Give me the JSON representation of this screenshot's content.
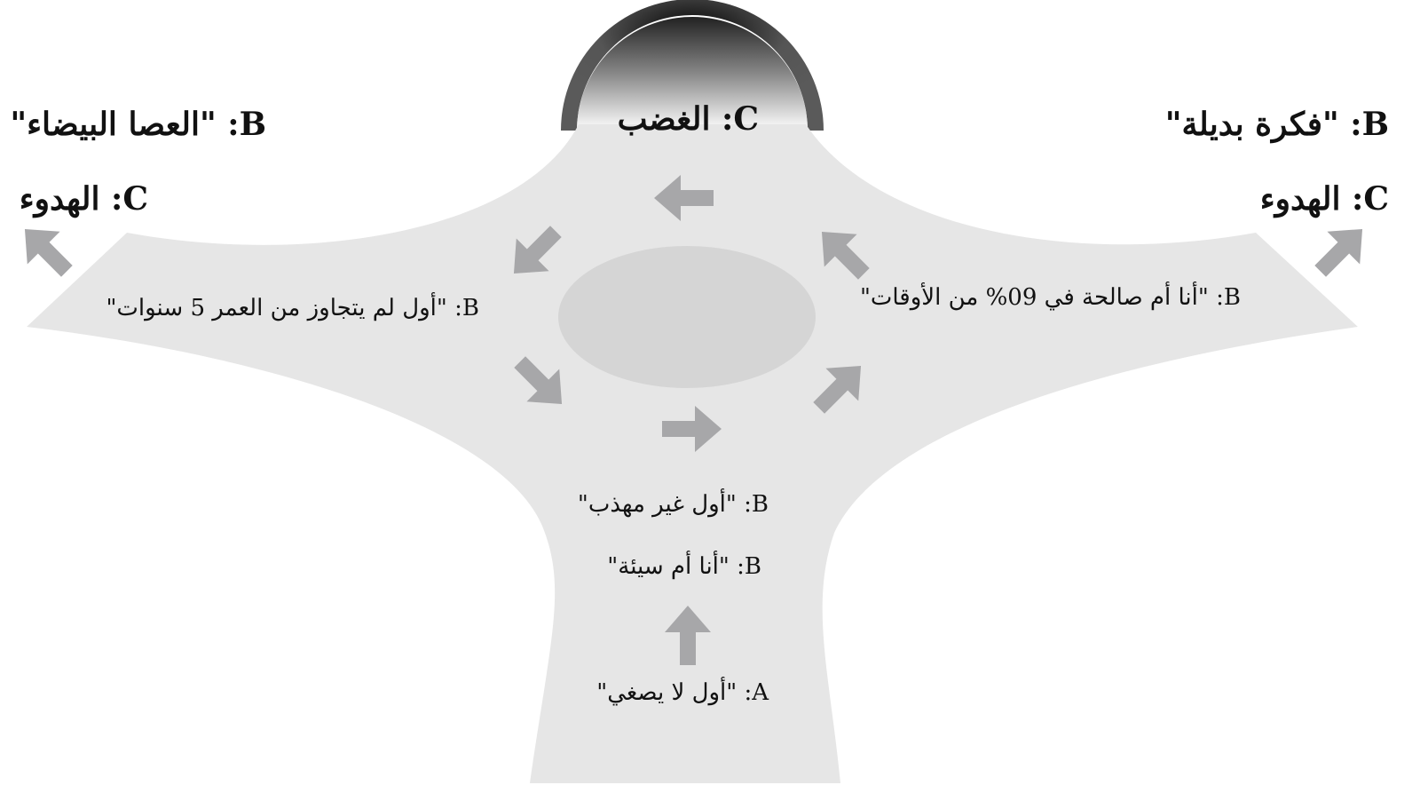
{
  "colors": {
    "shape": "#e6e6e6",
    "ellipse": "#d5d5d5",
    "arrow": "#a7a7a9",
    "arc": "#555555"
  },
  "labels": {
    "top_left_b": "B: \"العصا البيضاء\"",
    "top_left_c": "C: الهدوء",
    "top_center_c": "C: الغضب",
    "top_right_b": "B: \"فكرة بديلة\"",
    "top_right_c": "C: الهدوء",
    "left_arm_b": "B: \"أول لم يتجاوز من العمر 5 سنوات\"",
    "right_arm_b": "B: \"أنا أم صالحة في 09% من الأوقات\"",
    "center_b1": "B: \"أول غير مهذب\"",
    "center_b2": "B: \"أنا أم سيئة\"",
    "bottom_a": "A: \"أول لا يصغي\""
  }
}
